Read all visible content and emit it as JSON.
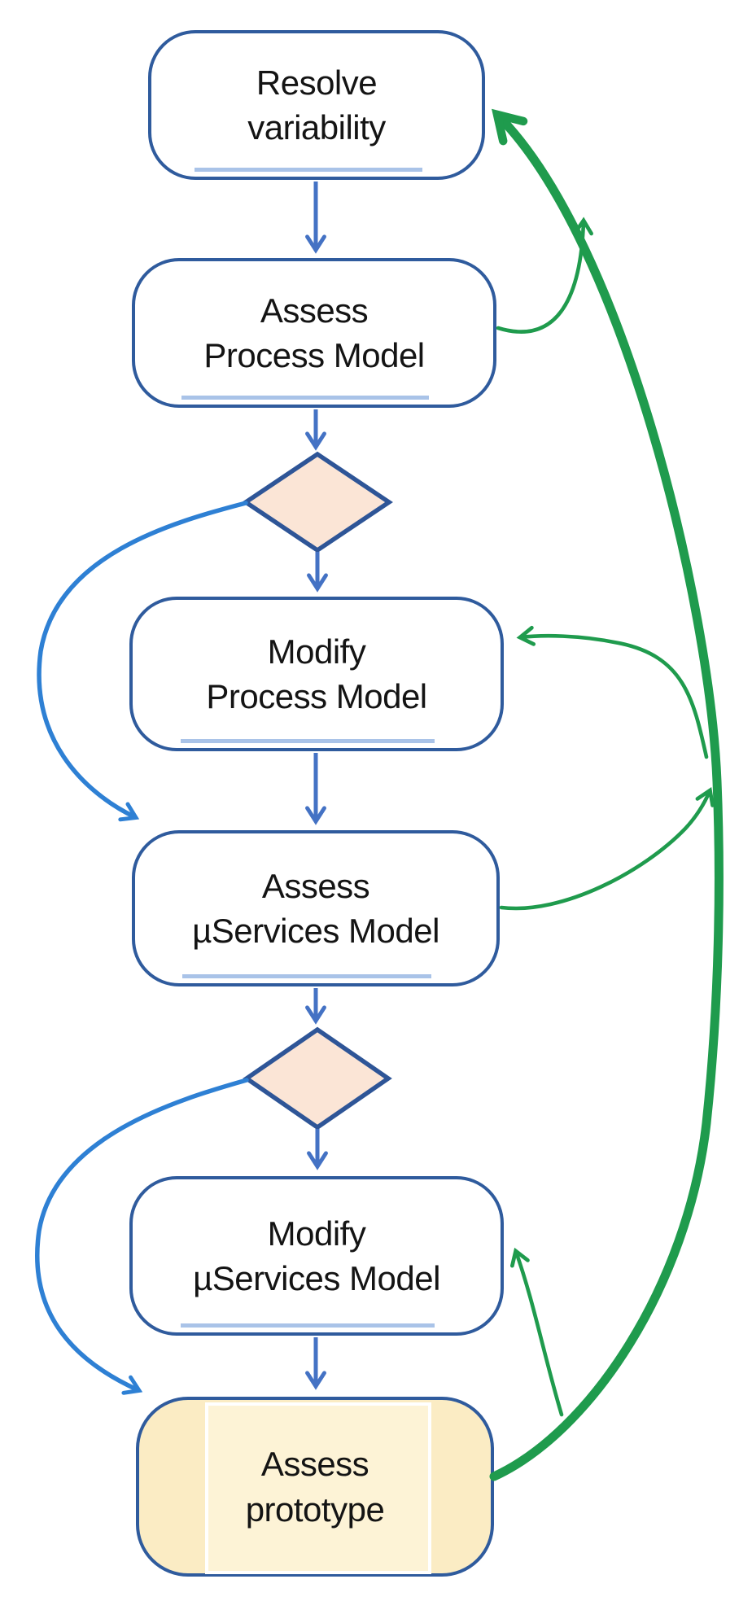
{
  "diagram": {
    "type": "flowchart",
    "nodes": [
      {
        "id": "resolve-variability",
        "label": "Resolve\nvariability",
        "shape": "rounded-rect",
        "fill": "white"
      },
      {
        "id": "assess-process-model",
        "label": "Assess\nProcess Model",
        "shape": "rounded-rect",
        "fill": "white"
      },
      {
        "id": "decision-1",
        "label": "",
        "shape": "diamond",
        "fill": "#fbe5d6"
      },
      {
        "id": "modify-process-model",
        "label": "Modify\nProcess Model",
        "shape": "rounded-rect",
        "fill": "white"
      },
      {
        "id": "assess-uservices-model",
        "label": "Assess\nµServices Model",
        "shape": "rounded-rect",
        "fill": "white"
      },
      {
        "id": "decision-2",
        "label": "",
        "shape": "diamond",
        "fill": "#fbe5d6"
      },
      {
        "id": "modify-uservices-model",
        "label": "Modify\nµServices Model",
        "shape": "rounded-rect",
        "fill": "white"
      },
      {
        "id": "assess-prototype",
        "label": "Assess\nprototype",
        "shape": "rounded-rect",
        "fill": "#fbecc4"
      }
    ],
    "edges": [
      {
        "from": "resolve-variability",
        "to": "assess-process-model",
        "style": "straight",
        "color": "#4472c4"
      },
      {
        "from": "assess-process-model",
        "to": "decision-1",
        "style": "straight",
        "color": "#4472c4"
      },
      {
        "from": "decision-1",
        "to": "modify-process-model",
        "style": "straight",
        "color": "#4472c4"
      },
      {
        "from": "modify-process-model",
        "to": "assess-uservices-model",
        "style": "straight",
        "color": "#4472c4"
      },
      {
        "from": "assess-uservices-model",
        "to": "decision-2",
        "style": "straight",
        "color": "#4472c4"
      },
      {
        "from": "decision-2",
        "to": "modify-uservices-model",
        "style": "straight",
        "color": "#4472c4"
      },
      {
        "from": "modify-uservices-model",
        "to": "assess-prototype",
        "style": "straight",
        "color": "#4472c4"
      },
      {
        "from": "decision-1",
        "to": "assess-uservices-model",
        "style": "curved-bypass",
        "color": "#2e80d4"
      },
      {
        "from": "decision-2",
        "to": "assess-prototype",
        "style": "curved-bypass",
        "color": "#2e80d4"
      },
      {
        "from": "assess-process-model",
        "to": "resolve-variability",
        "style": "curved-feedback",
        "color": "#1f9b4d"
      },
      {
        "from": "assess-uservices-model",
        "to": "modify-process-model",
        "style": "curved-feedback",
        "color": "#1f9b4d"
      },
      {
        "from": "assess-prototype",
        "to": "modify-uservices-model",
        "style": "curved-feedback",
        "color": "#1f9b4d"
      },
      {
        "from": "assess-prototype",
        "to": "resolve-variability",
        "style": "curved-feedback-thick",
        "color": "#1f9b4d"
      }
    ],
    "colors": {
      "green": "#1f9b4d",
      "arrow-blue": "#4472c4",
      "bypass-blue": "#2e80d4",
      "node-border": "#2f5b9d",
      "decision-border": "#2e5597",
      "decision-fill": "#fbe5d6",
      "hl-outer": "#fbecc4",
      "hl-inner": "#fdf3d6",
      "underline": "#a9c3e8",
      "text": "#141414",
      "bg": "#ffffff"
    }
  }
}
